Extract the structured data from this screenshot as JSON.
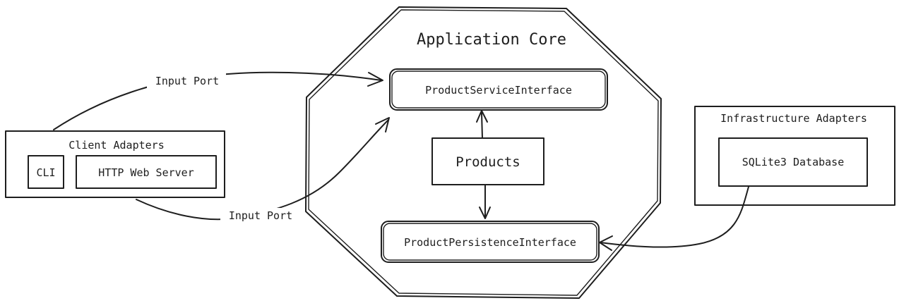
{
  "core": {
    "title": "Application Core",
    "service_interface": "ProductServiceInterface",
    "products": "Products",
    "persistence_interface": "ProductPersistenceInterface"
  },
  "client": {
    "title": "Client Adapters",
    "cli": "CLI",
    "http": "HTTP Web Server"
  },
  "infra": {
    "title": "Infrastructure Adapters",
    "db": "SQLite3 Database"
  },
  "connectors": {
    "port_top": "Input Port",
    "port_bottom": "Input Port"
  }
}
